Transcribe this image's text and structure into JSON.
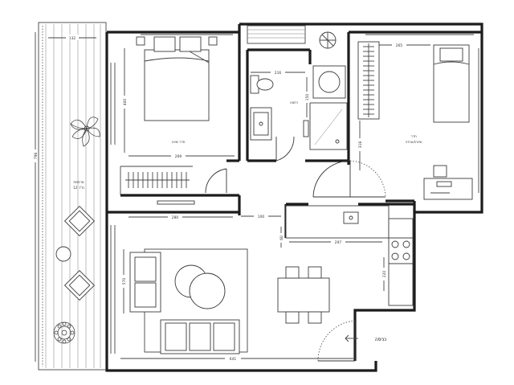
{
  "rooms": {
    "master_bedroom": "חדר שינה",
    "bedroom_line1": "חדר",
    "bedroom_line2": "שינה/עבודה",
    "bathroom": "רחצה",
    "balcony_line1": "מרפסת",
    "balcony_line2": "12 מ\"ר",
    "entrance": "כניסה"
  },
  "dimensions": {
    "balcony_top_width": "132",
    "balcony_length": "798",
    "master_width": "269",
    "master_depth": "400",
    "bath_width": "216",
    "bath_depth": "150",
    "bedroom2_width": "265",
    "bedroom2_depth": "318",
    "closet_width": "280",
    "corridor_width": "100",
    "kitchen_width": "297",
    "kitchen_depth": "60",
    "living_depth": "570",
    "living_width": "641",
    "storage_depth": "220"
  }
}
